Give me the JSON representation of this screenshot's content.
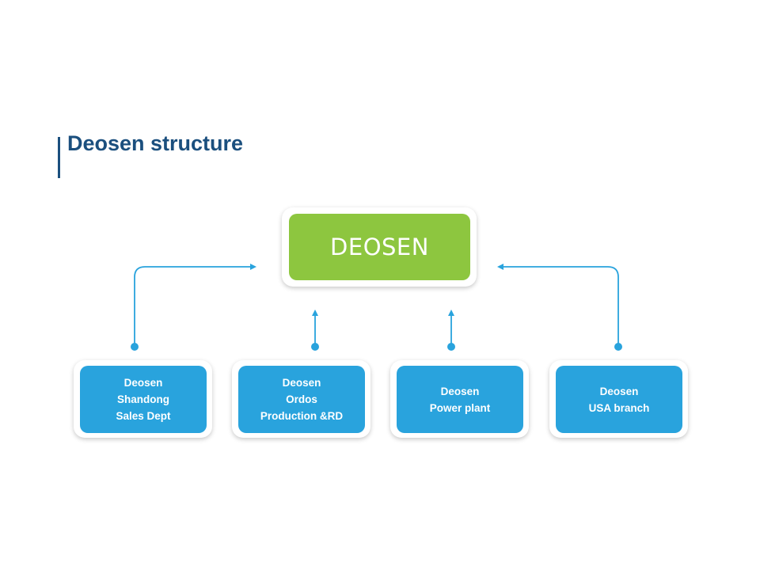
{
  "slide": {
    "title": "Deosen structure"
  },
  "colors": {
    "title": "#1b4f7e",
    "root_fill": "#8dc63f",
    "child_fill": "#29a3dd",
    "connector": "#29a3dd"
  },
  "diagram": {
    "root": {
      "label": "DEOSEN"
    },
    "children": [
      {
        "lines": [
          "Deosen",
          "Shandong",
          "Sales Dept"
        ]
      },
      {
        "lines": [
          "Deosen",
          "Ordos",
          "Production &RD"
        ]
      },
      {
        "lines": [
          "Deosen",
          "Power plant"
        ]
      },
      {
        "lines": [
          "Deosen",
          "USA branch"
        ]
      }
    ]
  }
}
